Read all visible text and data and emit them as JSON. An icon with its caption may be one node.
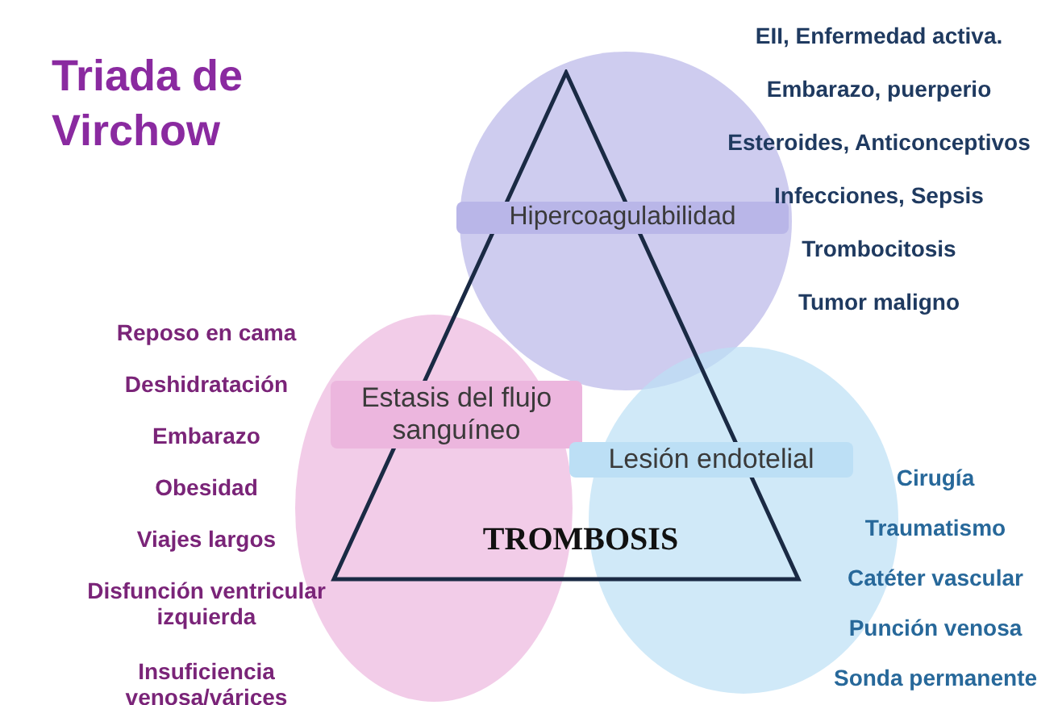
{
  "diagram": {
    "title": "Triada de Virchow",
    "nodes": [
      {
        "text": [
          "Hipercoagulabilidad"
        ],
        "beside": [
          "EII, Enfermedad activa.",
          "Embarazo, puerperio",
          "Esteroides, Anticonceptivos",
          "Infecciones, Sepsis",
          "Trombocitosis",
          "Tumor maligno"
        ]
      },
      {
        "text": [
          "Estasis del flujo sanguíneo"
        ],
        "beside": [
          "Reposo en cama",
          "Deshidratación",
          "Embarazo",
          "Obesidad",
          "Viajes largos",
          "Disfunción ventricular izquierda",
          "Insuficiencia venosa/várices"
        ]
      },
      {
        "text": [
          "Lesión endotelial"
        ],
        "beside": [
          "Cirugía",
          "Traumatismo",
          "Catéter vascular",
          "Punción venosa",
          "Sonda permanente"
        ]
      },
      {
        "text": [
          "TROMBOSIS"
        ]
      }
    ]
  }
}
